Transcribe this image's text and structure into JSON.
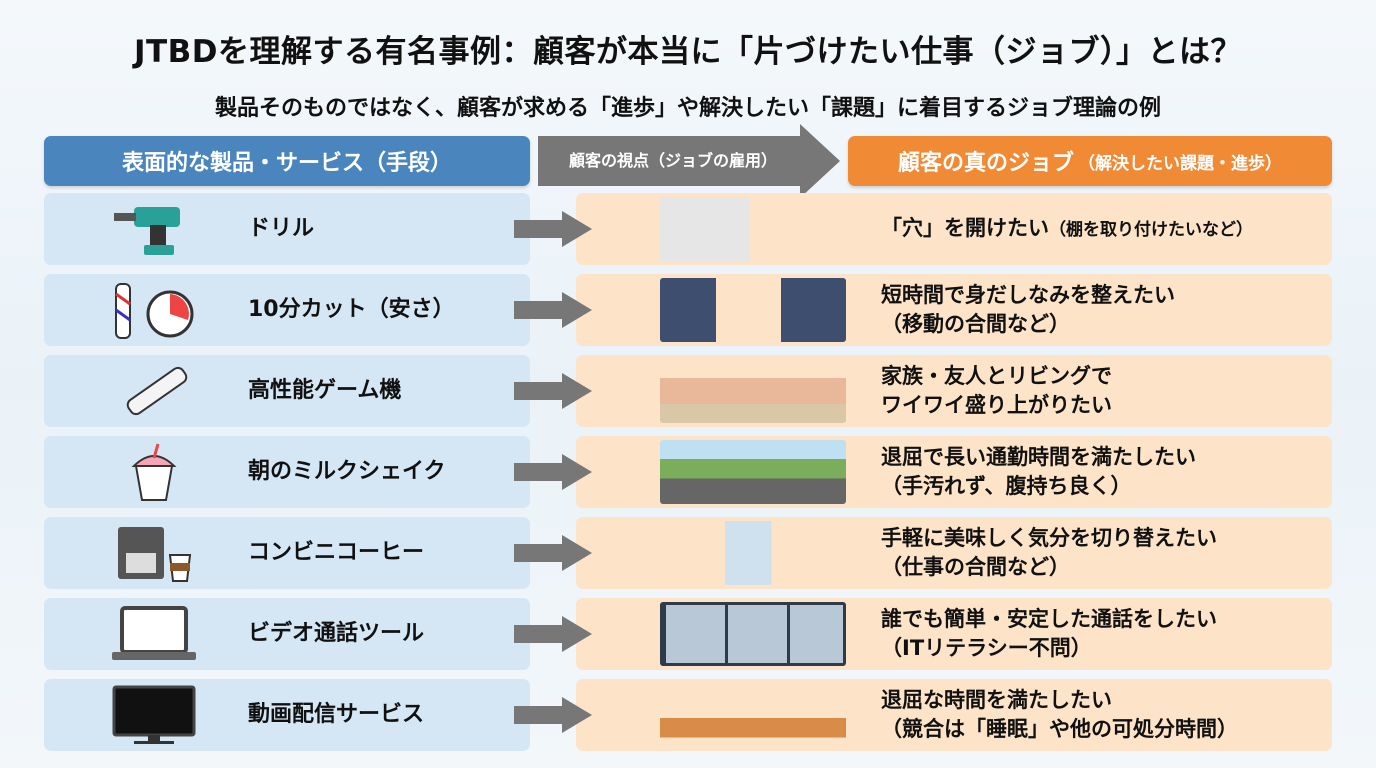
{
  "title": "JTBDを理解する有名事例：顧客が本当に「片づけたい仕事（ジョブ）」とは？",
  "subtitle": "製品そのものではなく、顧客が求める「進歩」や解決したい「課題」に着目するジョブ理論の例",
  "headers": {
    "left": "表面的な製品・サービス（手段）",
    "middle": "顧客の視点（ジョブの雇用）",
    "right_main": "顧客の真のジョブ",
    "right_sub": "（解決したい課題・進歩）"
  },
  "colors": {
    "left_header": "#4a86bd",
    "right_header": "#f08a35",
    "left_row": "#d5e6f5",
    "right_row": "#fde3c8",
    "arrow": "#777777"
  },
  "rows": [
    {
      "product": "ドリル",
      "icon": "drill-icon",
      "illustration": "wall-hole-shelf",
      "job_line1": "「穴」を開けたい",
      "job_inline_note": "（棚を取り付けたいなど）",
      "job_line2": ""
    },
    {
      "product": "10分カット（安さ）",
      "icon": "barber-pole-stopwatch-icon",
      "illustration": "busy-businesspeople",
      "job_line1": "短時間で身だしなみを整えたい",
      "job_line2": "（移動の合間など）"
    },
    {
      "product": "高性能ゲーム機",
      "icon": "game-controller-icon",
      "illustration": "family-living-room",
      "job_line1": "家族・友人とリビングで",
      "job_line2": "ワイワイ盛り上がりたい"
    },
    {
      "product": "朝のミルクシェイク",
      "icon": "milkshake-icon",
      "illustration": "commuter-driving",
      "job_line1": "退屈で長い通勤時間を満たしたい",
      "job_line2": "（手汚れず、腹持ち良く）"
    },
    {
      "product": "コンビニコーヒー",
      "icon": "coffee-machine-icon",
      "illustration": "office-worker-coffee",
      "job_line1": "手軽に美味しく気分を切り替えたい",
      "job_line2": "（仕事の合間など）"
    },
    {
      "product": "ビデオ通話ツール",
      "icon": "laptop-icon",
      "illustration": "video-call-grid",
      "job_line1": "誰でも簡単・安定した通話をしたい",
      "job_line2": "（ITリテラシー不問）"
    },
    {
      "product": "動画配信サービス",
      "icon": "tv-icon",
      "illustration": "relaxing-on-sofa",
      "job_line1": "退屈な時間を満たしたい",
      "job_line2": "（競合は「睡眠」や他の可処分時間）"
    }
  ]
}
